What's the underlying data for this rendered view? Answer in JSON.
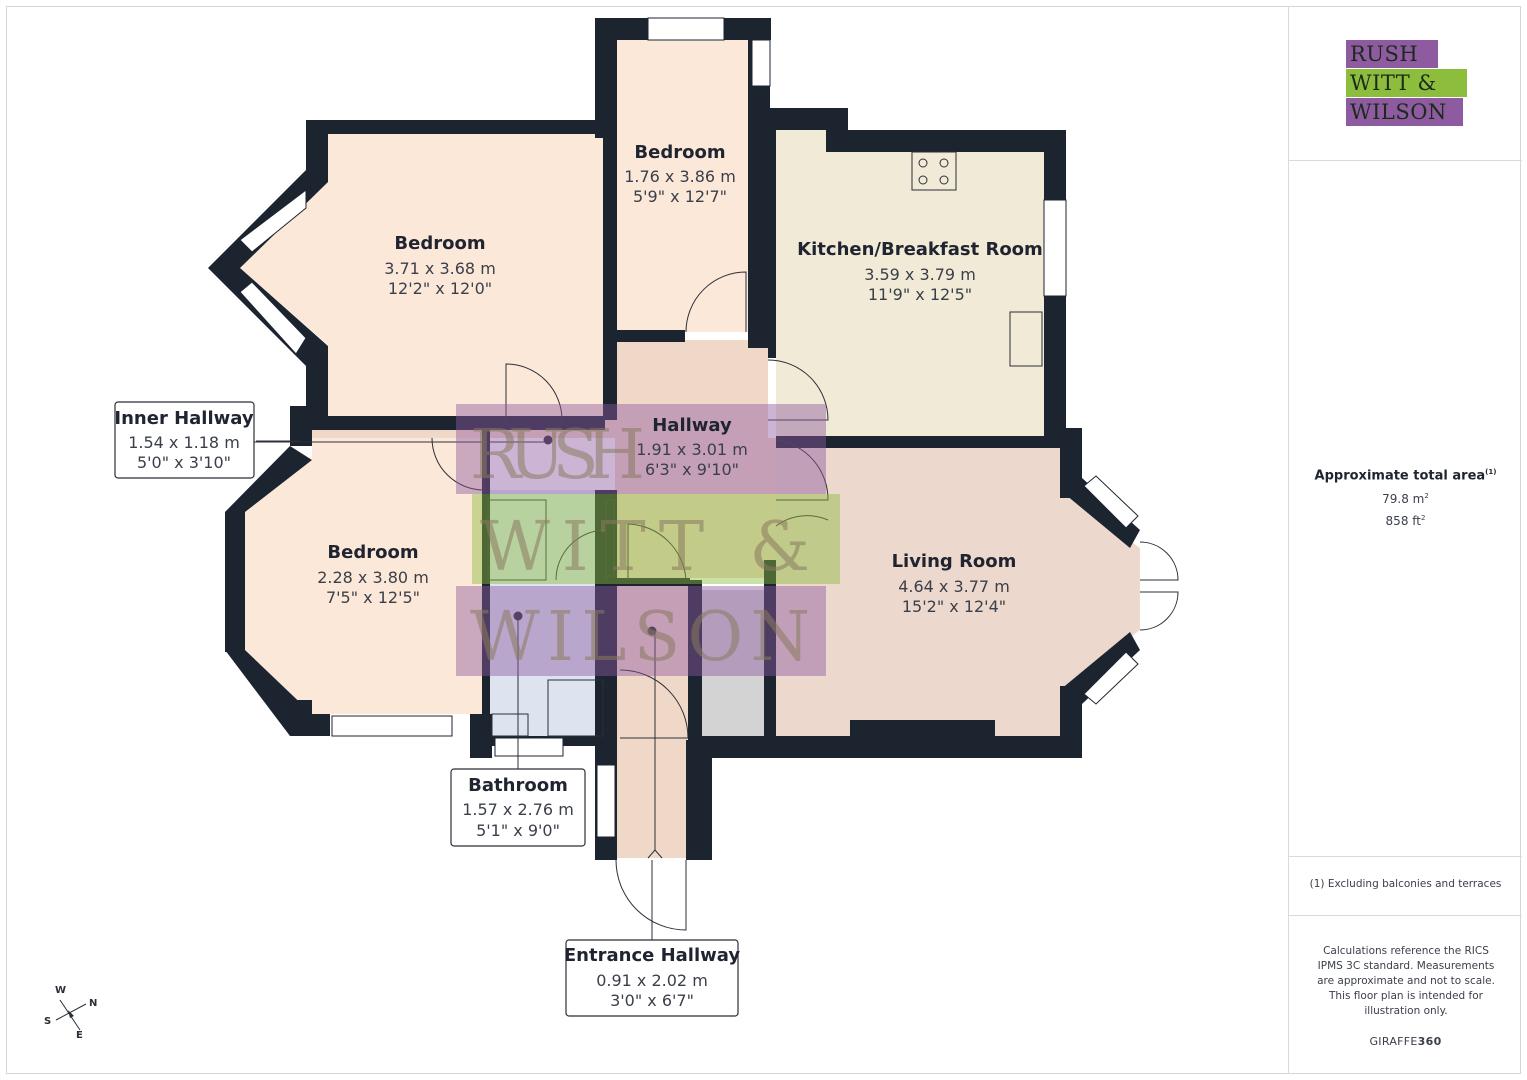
{
  "rooms": {
    "bedroom_left": {
      "name": "Bedroom",
      "metric": "3.71 x 3.68 m",
      "imperial": "12'2\" x 12'0\""
    },
    "bedroom_top": {
      "name": "Bedroom",
      "metric": "1.76 x 3.86 m",
      "imperial": "5'9\" x 12'7\""
    },
    "kitchen": {
      "name": "Kitchen/Breakfast Room",
      "metric": "3.59 x 3.79 m",
      "imperial": "11'9\" x 12'5\""
    },
    "hallway": {
      "name": "Hallway",
      "metric": "1.91 x 3.01 m",
      "imperial": "6'3\" x 9'10\""
    },
    "bedroom_lower": {
      "name": "Bedroom",
      "metric": "2.28 x 3.80 m",
      "imperial": "7'5\" x 12'5\""
    },
    "living": {
      "name": "Living Room",
      "metric": "4.64 x 3.77 m",
      "imperial": "15'2\" x 12'4\""
    }
  },
  "callouts": {
    "inner_hallway": {
      "name": "Inner Hallway",
      "metric": "1.54 x 1.18 m",
      "imperial": "5'0\" x 3'10\""
    },
    "bathroom": {
      "name": "Bathroom",
      "metric": "1.57 x 2.76 m",
      "imperial": "5'1\" x 9'0\""
    },
    "entrance_hallway": {
      "name": "Entrance Hallway",
      "metric": "0.91 x 2.02 m",
      "imperial": "3'0\" x 6'7\""
    }
  },
  "watermark": {
    "line1": "RUSH",
    "line2": "WITT &",
    "line3": "WILSON"
  },
  "logo": {
    "line1": "RUSH",
    "line2": "WITT &",
    "line3": "WILSON"
  },
  "compass": {
    "w": "W",
    "n": "N",
    "s": "S",
    "e": "E"
  },
  "sidebar": {
    "area_title": "Approximate total area",
    "area_note_marker": "(1)",
    "area_m2": "79.8 m",
    "area_ft2": "858 ft",
    "area_sup": "2",
    "exclusion_note": "(1) Excluding balconies and terraces",
    "calc_note": "Calculations reference the RICS IPMS 3C standard. Measurements are approximate and not to scale. This floor plan is intended for illustration only.",
    "brand_a": "GIRAFFE",
    "brand_b": "360"
  },
  "colors": {
    "wall": "#1c2430",
    "bedroom_fill": "#fbe8d8",
    "kitchen_fill": "#f1ead6",
    "hall_fill": "#f0d8c9",
    "living_fill": "#ecd8cc",
    "bath_fill": "#dde4f0",
    "store_fill": "#d3d3d3",
    "brand_purple": "#8e5aa0",
    "brand_green": "#8cbd3c"
  }
}
